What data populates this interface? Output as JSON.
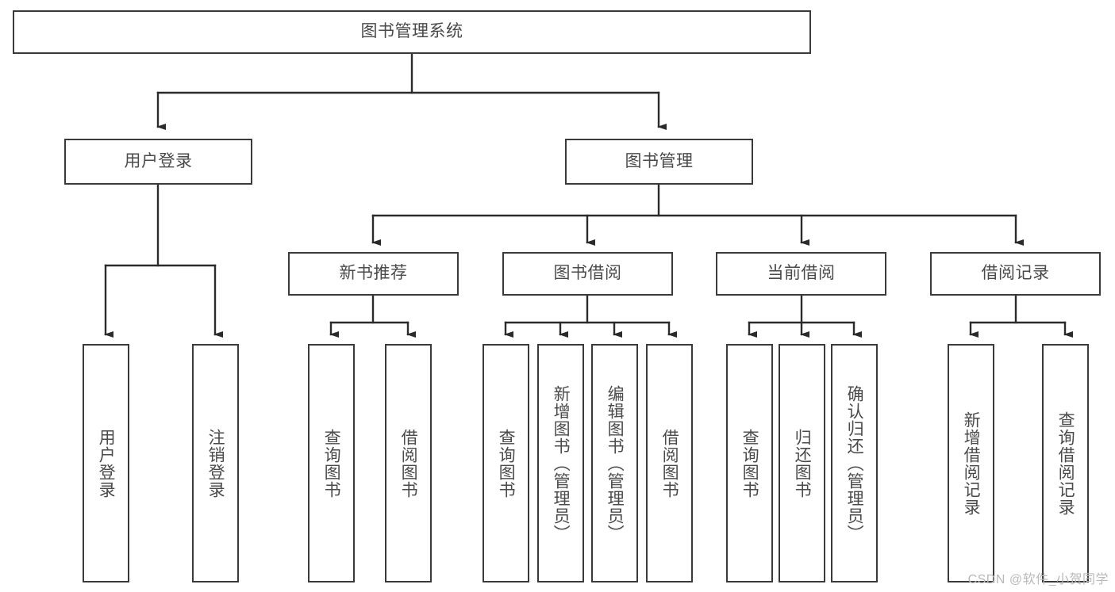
{
  "diagram": {
    "title": "图书管理系统",
    "type": "tree",
    "colors": {
      "node_border": "#3a3a3a",
      "node_fill": "#ffffff",
      "text": "#4a4a4a",
      "connector": "#2b2b2b",
      "watermark": "#b9b9b9",
      "background": "#ffffff"
    },
    "watermark": "CSDN @软件_小贺同学",
    "nodes": {
      "root": {
        "label": "图书管理系统"
      },
      "level1": [
        {
          "label": "用户登录"
        },
        {
          "label": "图书管理"
        }
      ],
      "level2": [
        {
          "label": "新书推荐"
        },
        {
          "label": "图书借阅"
        },
        {
          "label": "当前借阅"
        },
        {
          "label": "借阅记录"
        }
      ],
      "leaves": {
        "user_login": [
          {
            "label": "用户登录"
          },
          {
            "label": "注销登录"
          }
        ],
        "new_book_recommend": [
          {
            "label": "查询图书"
          },
          {
            "label": "借阅图书"
          }
        ],
        "book_borrow": [
          {
            "label": "查询图书"
          },
          {
            "label": "新增图书（管理员）"
          },
          {
            "label": "编辑图书（管理员）"
          },
          {
            "label": "借阅图书"
          }
        ],
        "current_borrow": [
          {
            "label": "查询图书"
          },
          {
            "label": "归还图书"
          },
          {
            "label": "确认归还（管理员）"
          }
        ],
        "borrow_record": [
          {
            "label": "新增借阅记录"
          },
          {
            "label": "查询借阅记录"
          }
        ]
      }
    }
  }
}
